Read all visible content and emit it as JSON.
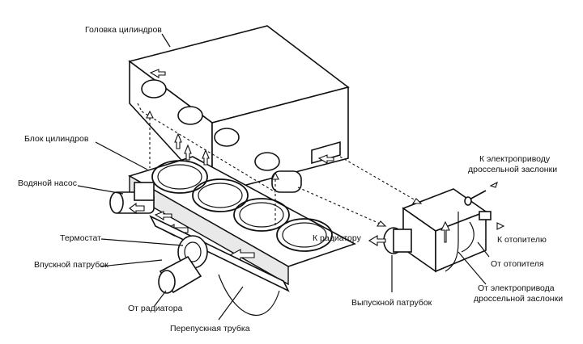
{
  "labels": {
    "cylinder_head": "Головка цилиндров",
    "cylinder_block": "Блок цилиндров",
    "water_pump": "Водяной насос",
    "thermostat": "Термостат",
    "inlet_pipe": "Впускной патрубок",
    "from_radiator": "От радиатора",
    "bypass_tube": "Перепускная трубка",
    "to_radiator": "К радиатору",
    "outlet_pipe": "Выпускной патрубок",
    "to_throttle_actuator_line1": "К электроприводу",
    "to_throttle_actuator_line2": "дроссельной заслонки",
    "to_heater": "К отопителю",
    "from_heater": "От отопителя",
    "from_throttle_actuator_line1": "От электропривода",
    "from_throttle_actuator_line2": "дроссельной заслонки"
  }
}
